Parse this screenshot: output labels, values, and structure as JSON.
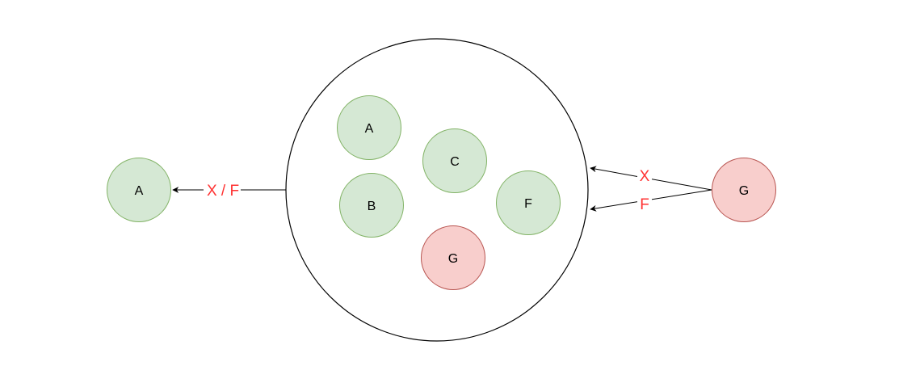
{
  "colors": {
    "green_fill": "#d5e8d4",
    "green_stroke": "#82b366",
    "red_fill": "#f8cecc",
    "red_stroke": "#b85450",
    "container_stroke": "#000000",
    "edge_stroke": "#000000",
    "edge_label": "#ff3333"
  },
  "nodes": {
    "outside_left": "A",
    "outside_right": "G",
    "inner_a": "A",
    "inner_b": "B",
    "inner_c": "C",
    "inner_f": "F",
    "inner_g": "G"
  },
  "edges": {
    "left_label": "X / F",
    "right_top_label": "X",
    "right_bottom_label": "F"
  }
}
